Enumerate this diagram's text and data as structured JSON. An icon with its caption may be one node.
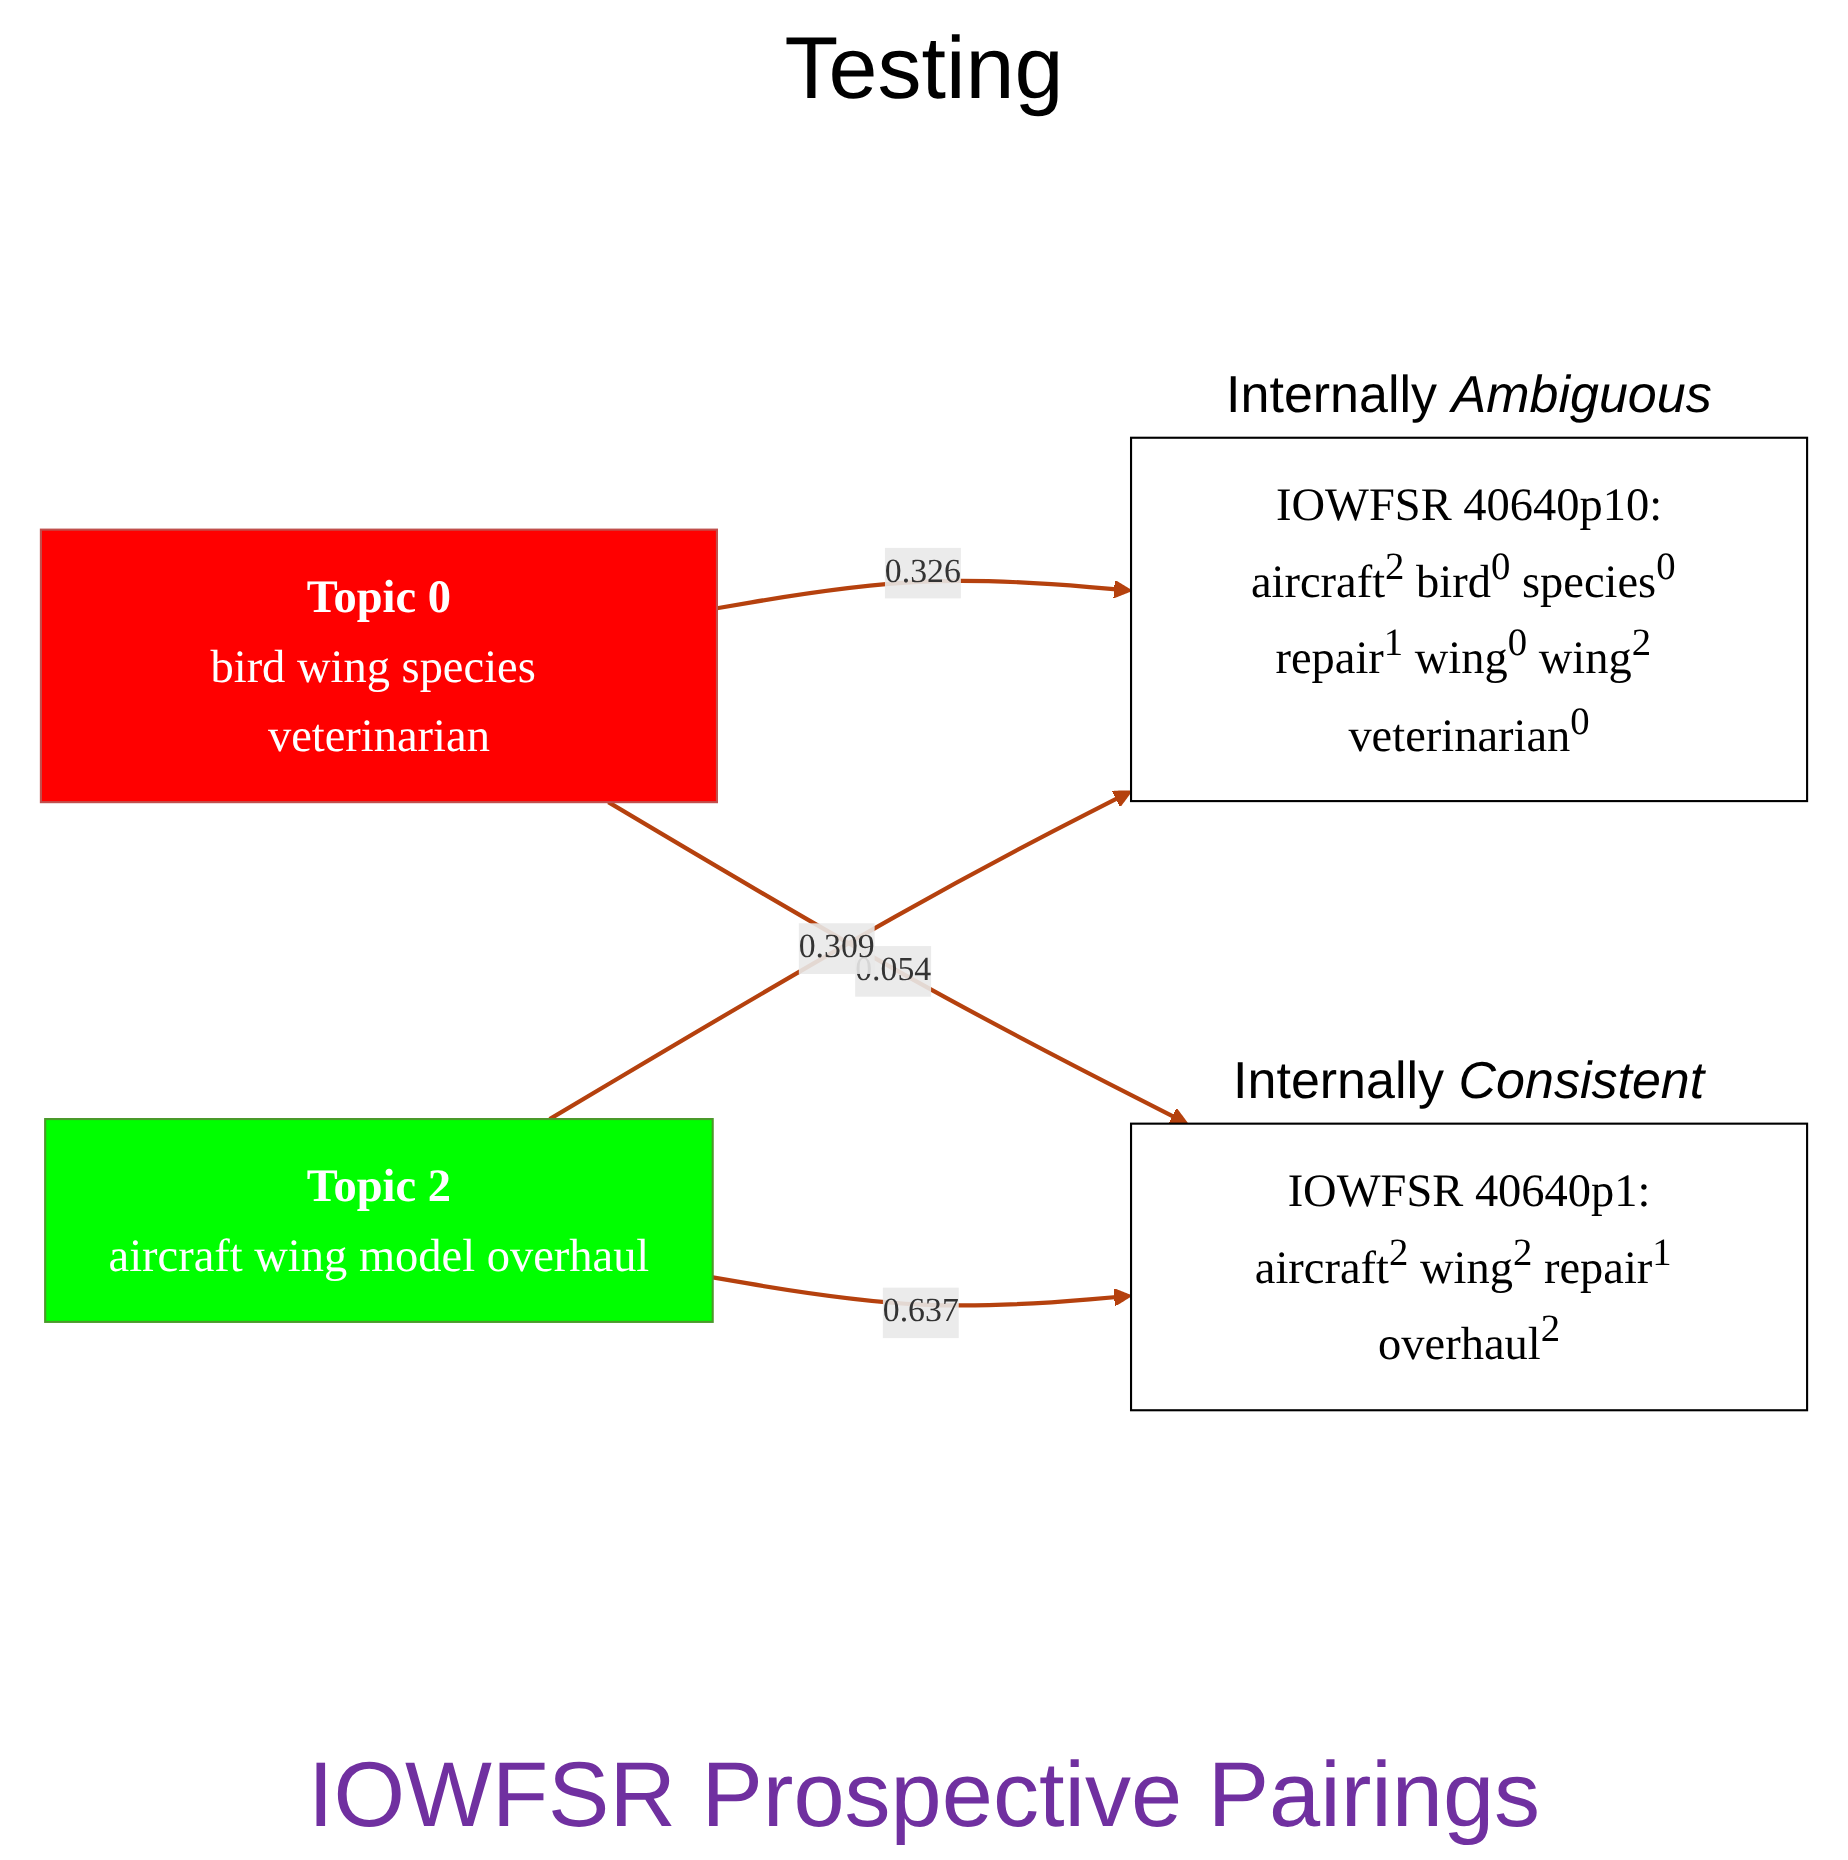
{
  "diagram": {
    "caption": "IOWFSR Prospective Pairings",
    "nodes": [
      {
        "text": [
          "Topic 0",
          "bird wing species veterinarian"
        ]
      },
      {
        "text": [
          "Topic 2",
          "aircraft wing model overhaul"
        ]
      },
      {
        "text": [
          "IOWFSR 40640p10:",
          "aircraft$^{2}$ bird$^{0}$ species$^{0}$ repair$^{1}$ wing$^{0}$ wing$^{2}$ veterinarian$^{0}$"
        ],
        "beside": [
          "Internally *Ambiguous*"
        ]
      },
      {
        "text": [
          "IOWFSR 40640p1:",
          "aircraft$^{2}$ wing$^{2}$ repair$^{1}$ overhaul$^{2}$"
        ],
        "beside": [
          "Internally *Consistent*"
        ]
      }
    ],
    "edges": [
      {
        "from": 0,
        "to": 2,
        "arrow": "to",
        "label": "0.326"
      },
      {
        "from": 0,
        "to": 3,
        "arrow": "to",
        "label": "0.054"
      },
      {
        "from": 1,
        "to": 2,
        "arrow": "to",
        "label": "0.309"
      },
      {
        "from": 1,
        "to": 3,
        "arrow": "to",
        "label": "0.637"
      }
    ],
    "labels": [
      "Testing"
    ]
  }
}
